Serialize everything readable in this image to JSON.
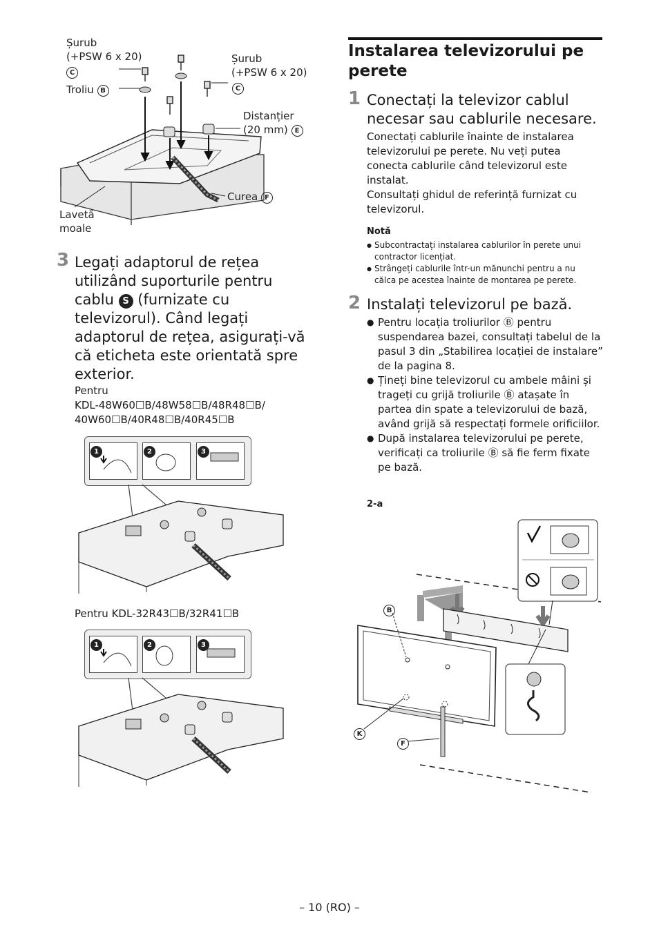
{
  "fig_top": {
    "label_screw_left": "Șurub\n(+PSW 6 x 20)",
    "label_screw_right": "Șurub\n(+PSW 6 x 20)",
    "label_washer": "Troliu",
    "label_spacer": "Distanțier\n(20 mm)",
    "label_belt": "Curea",
    "label_cloth": "Lavetă\nmoale",
    "marker_c": "C",
    "marker_b": "B",
    "marker_e": "E",
    "marker_f": "F"
  },
  "section": {
    "title": "Instalarea televizorului pe perete"
  },
  "step1": {
    "num": "1",
    "heading": "Conectați la televizor cablul necesar sau cablurile necesare.",
    "body1": "Conectați cablurile înainte de instalarea televizorului pe perete. Nu veți putea conecta cablurile când televizorul este instalat.",
    "body2": "Consultați ghidul de referință furnizat cu televizorul.",
    "note_title": "Notă",
    "notes": [
      "Subcontractați instalarea cablurilor în perete unui contractor licențiat.",
      "Strângeți cablurile într-un mănunchi pentru a nu călca pe acestea înainte de montarea pe perete."
    ]
  },
  "step2": {
    "num": "2",
    "heading": "Instalați televizorul pe bază.",
    "bullets": [
      "Pentru locația troliurilor Ⓑ pentru suspendarea bazei, consultați tabelul de la pasul 3 din „Stabilirea locației de instalare” de la pagina 8.",
      "Țineți bine televizorul cu ambele mâini și trageți cu grijă troliurile Ⓑ atașate în partea din spate a televizorului de bază, având grijă să respectați formele orificiilor.",
      "După instalarea televizorului pe perete, verificați ca troliurile Ⓑ să fie ferm fixate pe bază."
    ],
    "fig_label": "2-a",
    "marker_b": "B",
    "marker_k": "K",
    "marker_f": "F"
  },
  "step3": {
    "num": "3",
    "heading_before": "Legați adaptorul de rețea utilizând suporturile pentru cablu",
    "marker_s": "S",
    "heading_after": "(furnizate cu televizorul). Când legați adaptorul de rețea, asigurați-vă că eticheta este orientată spre exterior.",
    "models_a": "Pentru\nKDL-48W60☐B/48W58☐B/48R48☐B/\n40W60☐B/40R48☐B/40R45☐B",
    "models_b": "Pentru KDL-32R43☐B/32R41☐B",
    "sub_steps": [
      "1",
      "2",
      "3"
    ]
  },
  "footer": {
    "page": "– 10 (RO) –"
  }
}
